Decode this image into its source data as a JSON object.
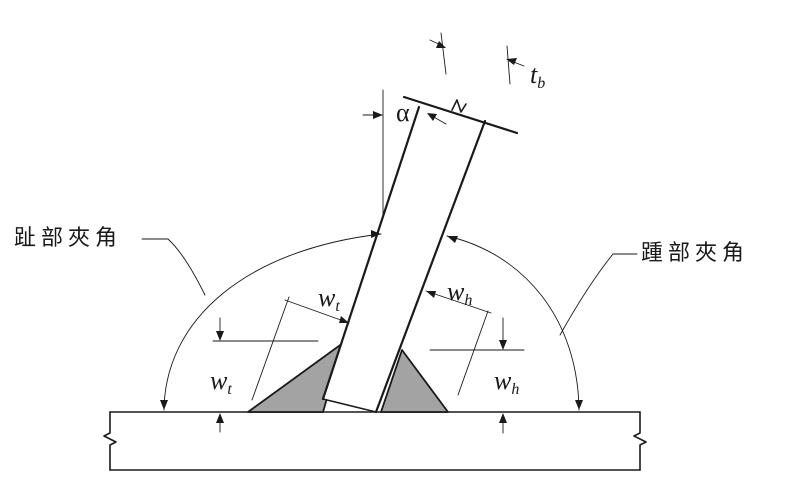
{
  "labels": {
    "toe_angle": "趾部夾角",
    "heel_angle": "踵部夾角",
    "alpha": "α",
    "wt_top": {
      "base": "w",
      "sub": "t"
    },
    "wt_left": {
      "base": "w",
      "sub": "t"
    },
    "wh_top": {
      "base": "w",
      "sub": "h"
    },
    "wh_right": {
      "base": "w",
      "sub": "h"
    },
    "tb": {
      "base": "t",
      "sub": "b"
    }
  },
  "colors": {
    "line": "#1a1a1a",
    "weld_fill": "#a3a3a3",
    "background": "#ffffff"
  }
}
